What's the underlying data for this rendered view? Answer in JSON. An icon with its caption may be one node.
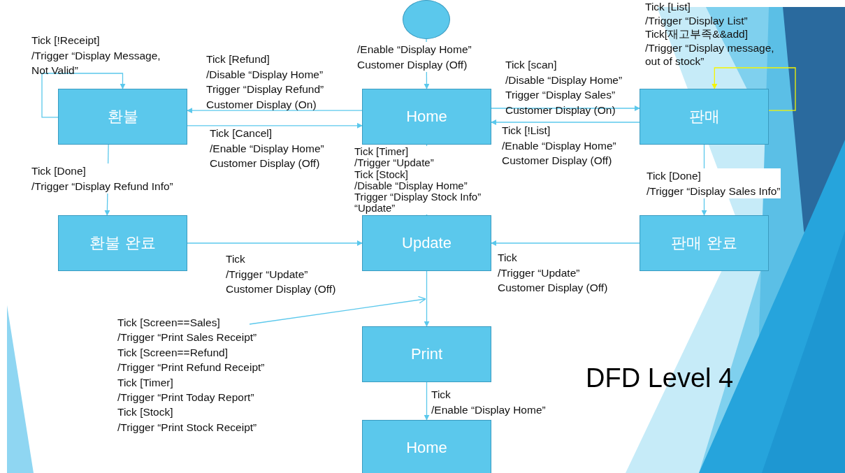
{
  "diagram": {
    "title": "DFD Level 4",
    "nodes": [
      {
        "text": [],
        "shape": "circle"
      },
      {
        "text": [
          "Home"
        ]
      },
      {
        "text": [
          "환불"
        ]
      },
      {
        "text": [
          "판매"
        ]
      },
      {
        "text": [
          "환불 완료"
        ]
      },
      {
        "text": [
          "Update"
        ]
      },
      {
        "text": [
          "판매 완료"
        ]
      },
      {
        "text": [
          "Print"
        ]
      },
      {
        "text": [
          "Home"
        ]
      },
      {
        "text": [
          "Tick [Screen==Sales] /Trigger “Print Sales Receipt” Tick [Screen==Refund] /Trigger “Print Refund Receipt” Tick [Timer] /Trigger “Print Today Report” Tick [Stock] /Trigger “Print Stock Receipt”"
        ]
      }
    ],
    "edges": [
      {
        "from": 0,
        "to": 1,
        "arrow": "to",
        "label": "/Enable “Display Home” Customer Display (Off)"
      },
      {
        "from": 1,
        "to": 2,
        "arrow": "to",
        "label": "Tick [Refund] /Disable “Display Home” Trigger “Display Refund” Customer Display (On)"
      },
      {
        "from": 2,
        "to": 1,
        "arrow": "to",
        "label": "Tick [Cancel] /Enable “Display Home” Customer Display (Off)"
      },
      {
        "from": 2,
        "to": 2,
        "arrow": "to",
        "label": "Tick [!Receipt] /Trigger “Display Message, Not Valid”"
      },
      {
        "from": 1,
        "to": 3,
        "arrow": "to",
        "label": "Tick [scan] /Disable “Display Home” Trigger “Display Sales” Customer Display (On)"
      },
      {
        "from": 3,
        "to": 1,
        "arrow": "to",
        "label": "Tick [!List] /Enable “Display Home” Customer Display (Off)"
      },
      {
        "from": 3,
        "to": 3,
        "arrow": "to",
        "color": "#f5f500",
        "label": "Tick [List] /Trigger “Display List” Tick[재고부족&&add] /Trigger “Display message, out of stock”"
      },
      {
        "from": 2,
        "to": 4,
        "arrow": "to",
        "label": "Tick [Done] /Trigger “Display Refund Info”"
      },
      {
        "from": 3,
        "to": 6,
        "arrow": "to",
        "label": "Tick [Done] /Trigger “Display Sales Info”"
      },
      {
        "from": 1,
        "to": 5,
        "arrow": "to",
        "label": "Tick [Timer] /Trigger “Update” Tick [Stock] /Disable “Display Home” Trigger “Display Stock Info” “Update”"
      },
      {
        "from": 4,
        "to": 5,
        "arrow": "to",
        "label": "Tick /Trigger “Update” Customer Display (Off)"
      },
      {
        "from": 6,
        "to": 5,
        "arrow": "to",
        "label": "Tick /Trigger “Update” Customer Display (Off)"
      },
      {
        "from": 5,
        "to": 7,
        "arrow": "to"
      },
      {
        "from": 7,
        "to": 8,
        "arrow": "to",
        "label": "Tick /Enable “Display Home”"
      },
      {
        "from": 9,
        "to": null,
        "arrow": "to"
      }
    ]
  }
}
